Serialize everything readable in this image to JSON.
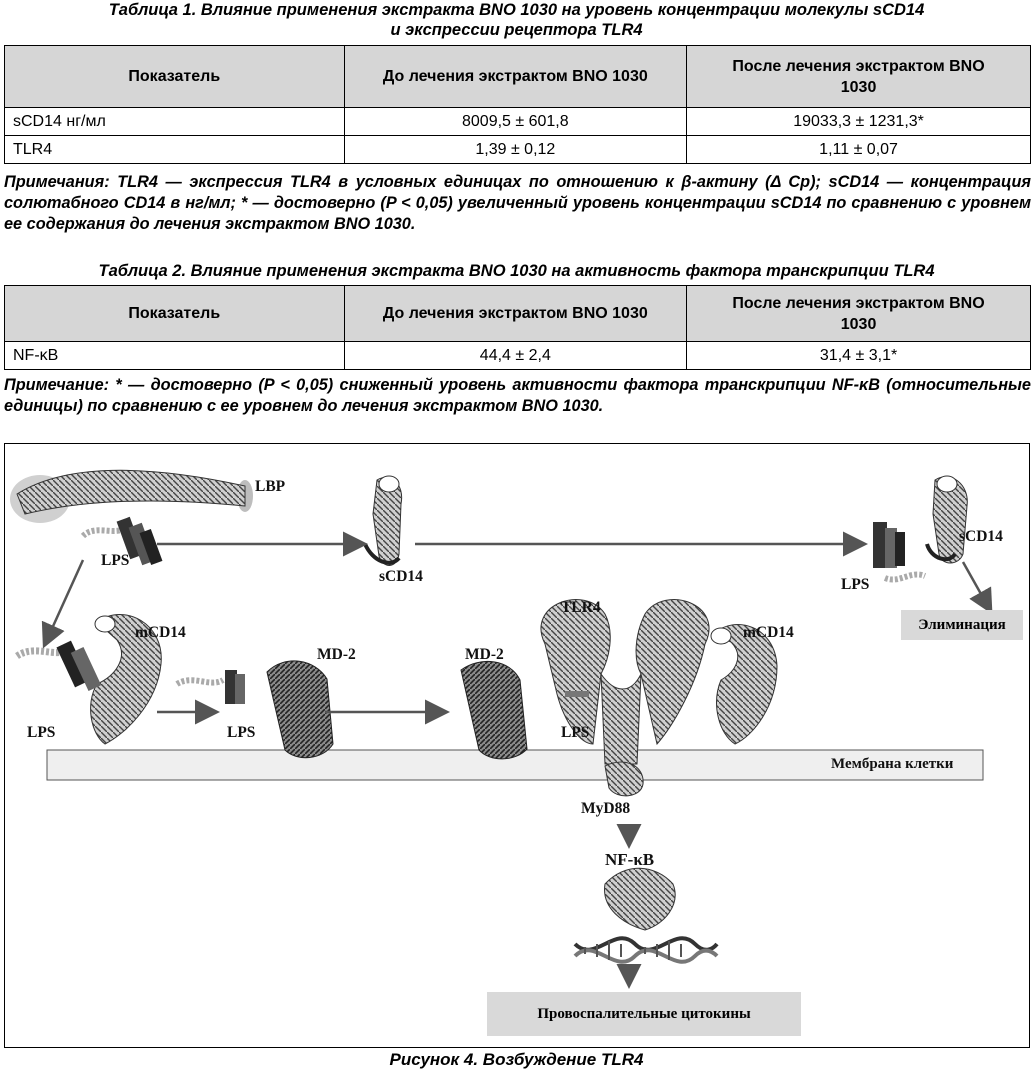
{
  "table1": {
    "caption_line1": "Таблица 1. Влияние применения экстракта BNO 1030 на уровень концентрации молекулы sCD14",
    "caption_line2": "и экспрессии рецептора TLR4",
    "headers": [
      "Показатель",
      "До лечения экстрактом BNO 1030",
      "После лечения экстрактом BNO 1030"
    ],
    "rows": [
      [
        "sCD14 нг/мл",
        "8009,5 ± 601,8",
        "19033,3 ± 1231,3*"
      ],
      [
        "TLR4",
        "1,39 ± 0,12",
        "1,11 ± 0,07"
      ]
    ],
    "note": "Примечания: TLR4 — экспрессия TLR4 в условных единицах по отношению к β-актину (Δ Cp); sCD14 — концентрация солютабного CD14 в нг/мл; * — достоверно (P < 0,05) увеличенный уровень концентрации sCD14 по сравнению с уровнем ее содержания до лечения экстрактом BNO 1030."
  },
  "table2": {
    "caption": "Таблица 2. Влияние применения экстракта BNO 1030 на активность фактора транскрипции TLR4",
    "headers": [
      "Показатель",
      "До лечения экстрактом BNO 1030",
      "После лечения экстрактом BNO 1030"
    ],
    "rows": [
      [
        "NF-κB",
        "44,4 ± 2,4",
        "31,4 ± 3,1*"
      ]
    ],
    "note": "Примечание: * — достоверно (P < 0,05) сниженный уровень активности фактора транскрипции NF-κB (относительные единицы) по сравнению с ее уровнем до лечения экстрактом BNO 1030."
  },
  "figure": {
    "labels": {
      "lbp": "LBP",
      "lps_top": "LPS",
      "scd14_mid": "sCD14",
      "scd14_right": "sCD14",
      "lps_right": "LPS",
      "tlr4": "TLR4",
      "mcd14_left": "mCD14",
      "mcd14_right": "mCD14",
      "md2_mid": "MD-2",
      "md2_right": "MD-2",
      "lps_left": "LPS",
      "lps_mid": "LPS",
      "lps_tlr4": "LPS",
      "myd88": "MyD88",
      "nfkb": "NF-κB"
    },
    "elimination": "Элиминация",
    "membrane": "Мембрана клетки",
    "cytokines": "Провоспалительные цитокины",
    "caption": "Рисунок 4. Возбуждение TLR4"
  }
}
